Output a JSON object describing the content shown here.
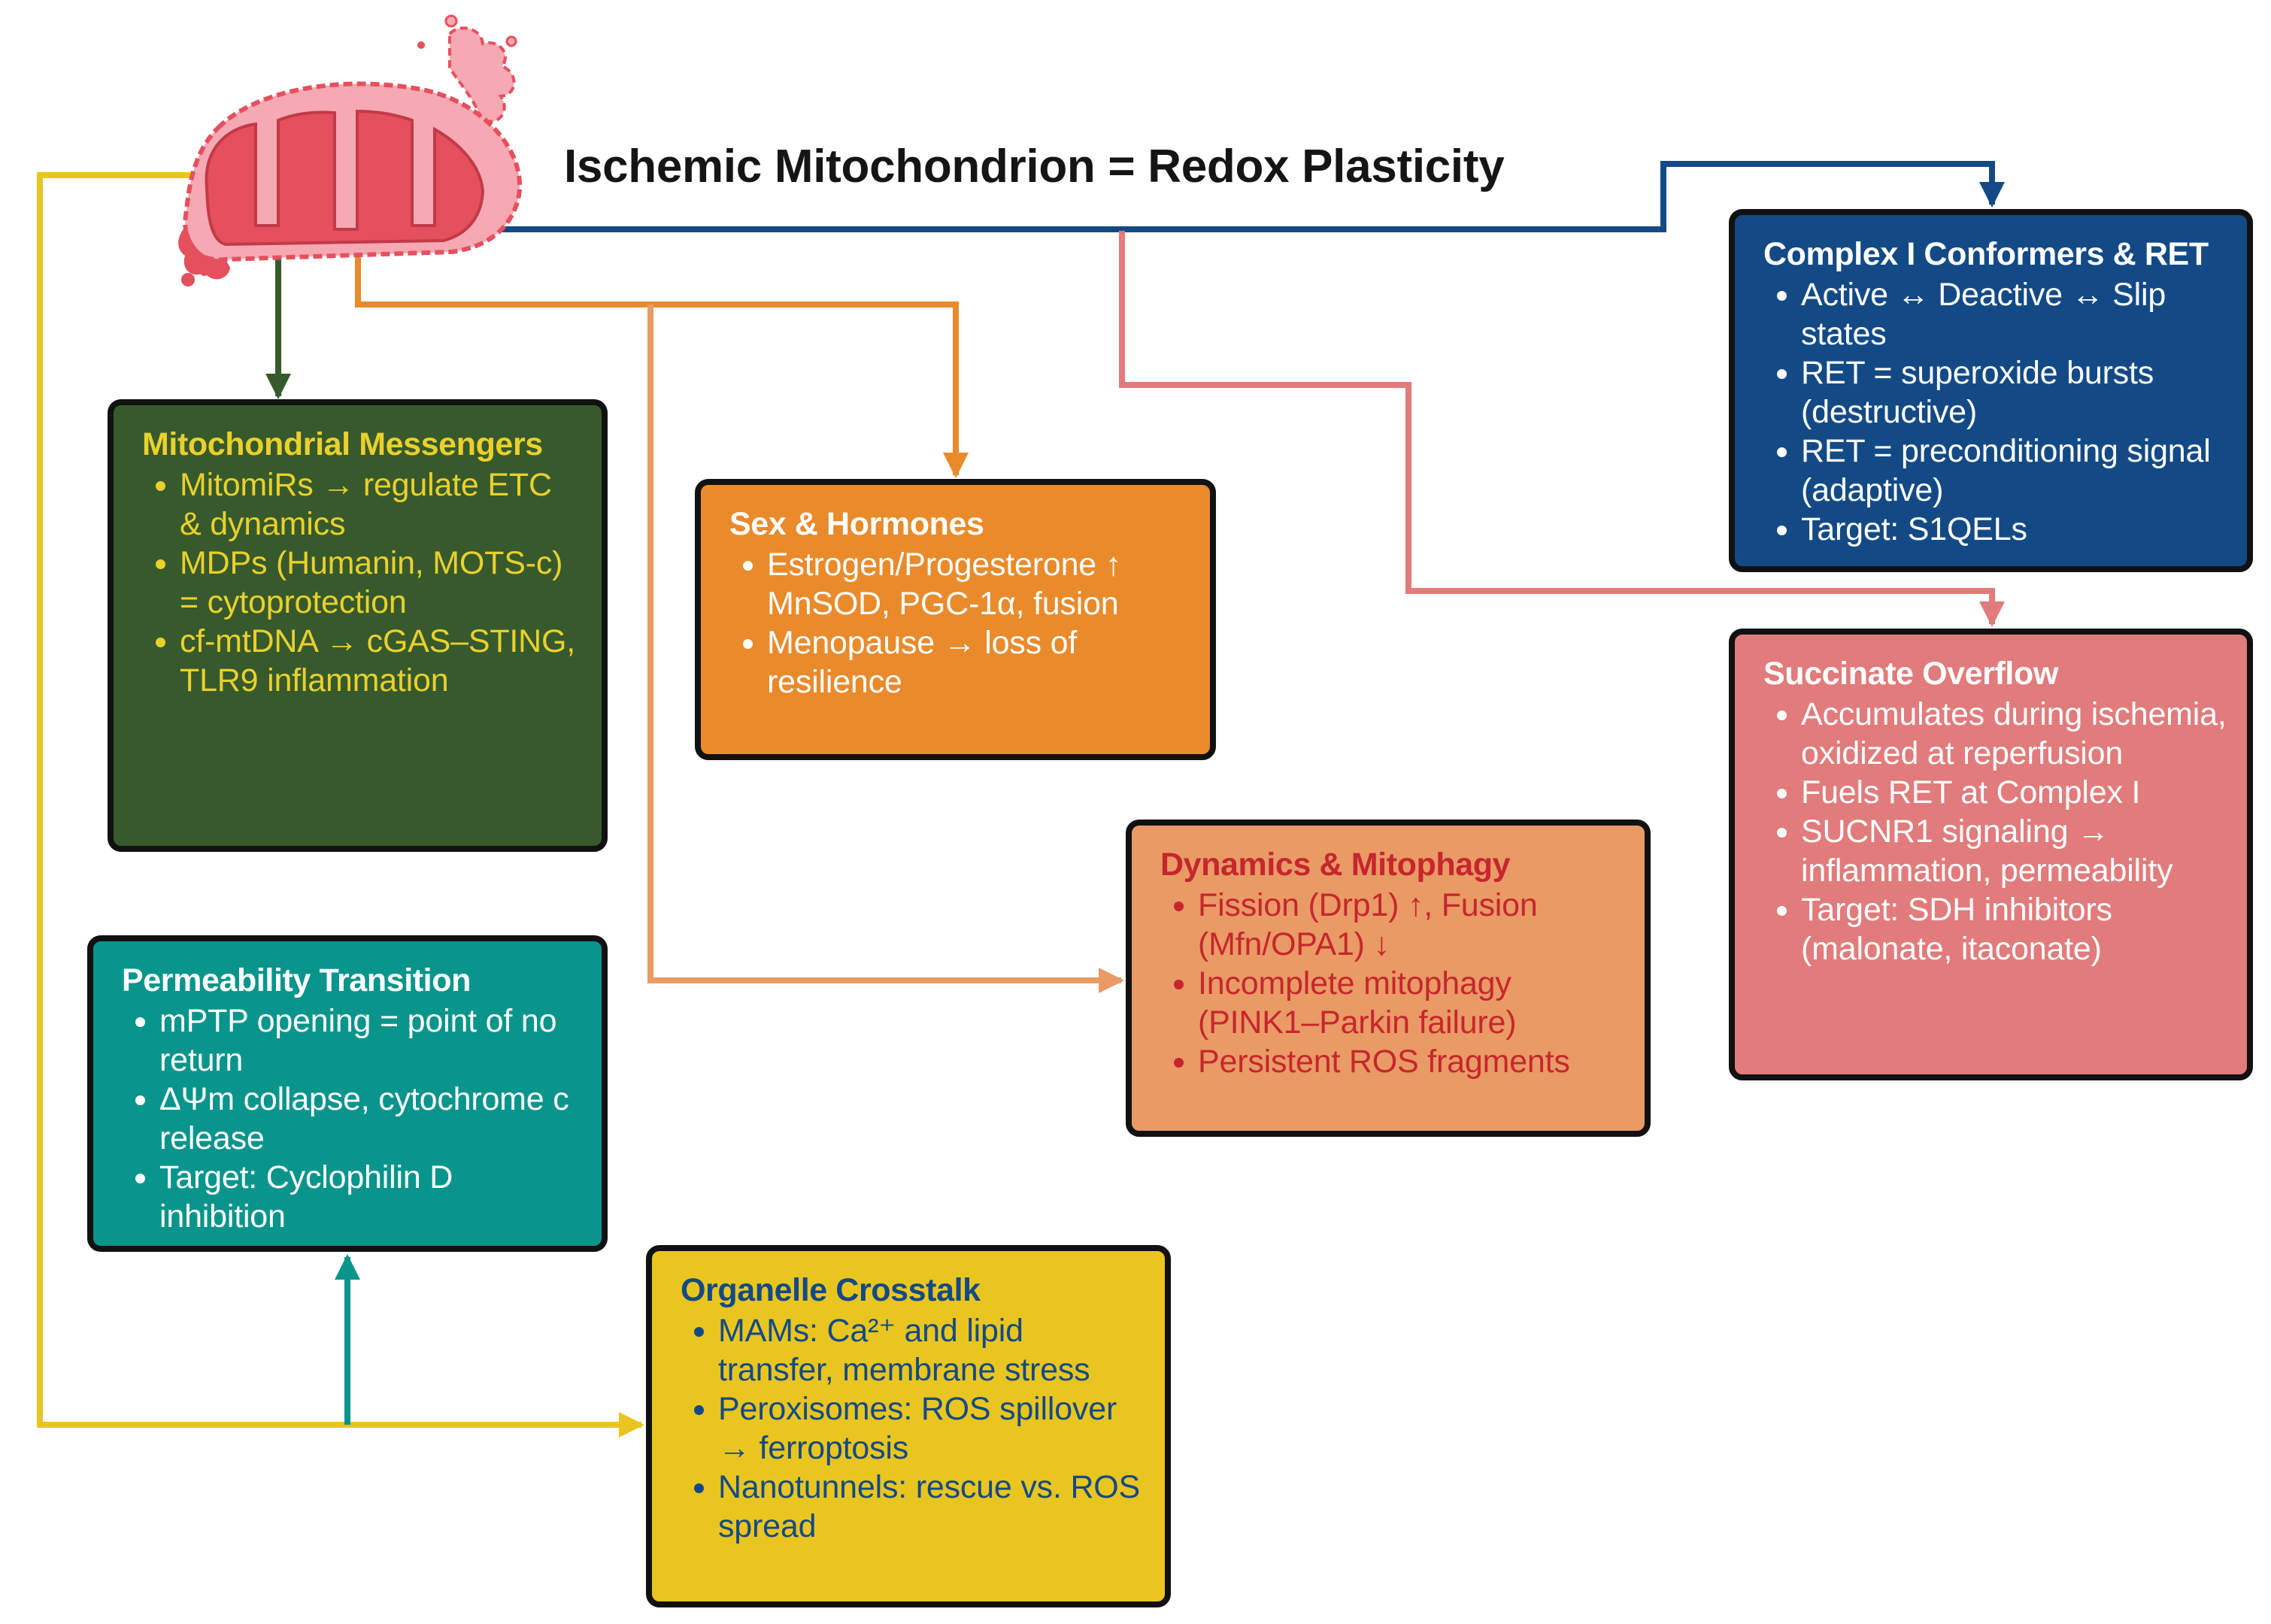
{
  "title": "Ischemic Mitochondrion = Redox Plasticity",
  "colors": {
    "messengers": "#375a2d",
    "messengers_text": "#ead02b",
    "sex_hormones": "#e98a2b",
    "complex_i": "#134a86",
    "succinate": "#e27b7b",
    "dynamics": "#e99a65",
    "dynamics_text": "#c7262e",
    "permeability": "#09958c",
    "crosstalk": "#e9c520",
    "crosstalk_text": "#134a86",
    "mitochondrion_membrane": "#e5505e",
    "mitochondrion_matrix": "#f6a9b2"
  },
  "icons": {
    "mitochondrion": "mitochondrion-icon"
  },
  "boxes": {
    "messengers": {
      "title": "Mitochondrial Messengers",
      "items": [
        "MitomiRs → regulate ETC & dynamics",
        "MDPs (Humanin, MOTS-c) = cytoprotection",
        "cf-mtDNA → cGAS–STING, TLR9 inflammation"
      ]
    },
    "sex": {
      "title": "Sex & Hormones",
      "items": [
        "Estrogen/Progesterone ↑ MnSOD, PGC-1α, fusion",
        "Menopause → loss of resilience"
      ]
    },
    "complex": {
      "title": "Complex I Conformers & RET",
      "items": [
        "Active ↔ Deactive ↔ Slip states",
        "RET = superoxide bursts (destructive)",
        "RET = preconditioning signal (adaptive)",
        "Target: S1QELs"
      ]
    },
    "succinate": {
      "title": "Succinate Overflow",
      "items": [
        "Accumulates during ischemia, oxidized at reperfusion",
        "Fuels RET at Complex I",
        "SUCNR1 signaling → inflammation, permeability",
        "Target: SDH inhibitors (malonate, itaconate)"
      ]
    },
    "dynamics": {
      "title": "Dynamics & Mitophagy",
      "items": [
        "Fission (Drp1) ↑, Fusion (Mfn/OPA1) ↓",
        "Incomplete mitophagy (PINK1–Parkin failure)",
        "Persistent ROS fragments"
      ]
    },
    "permeability": {
      "title": "Permeability Transition",
      "items": [
        "mPTP opening = point of no return",
        "ΔΨm collapse, cytochrome c release",
        "Target: Cyclophilin D inhibition"
      ]
    },
    "crosstalk": {
      "title": "Organelle Crosstalk",
      "items": [
        "MAMs: Ca²⁺ and lipid transfer, membrane stress",
        "Peroxisomes: ROS spillover → ferroptosis",
        "Nanotunnels: rescue vs. ROS spread"
      ]
    }
  }
}
